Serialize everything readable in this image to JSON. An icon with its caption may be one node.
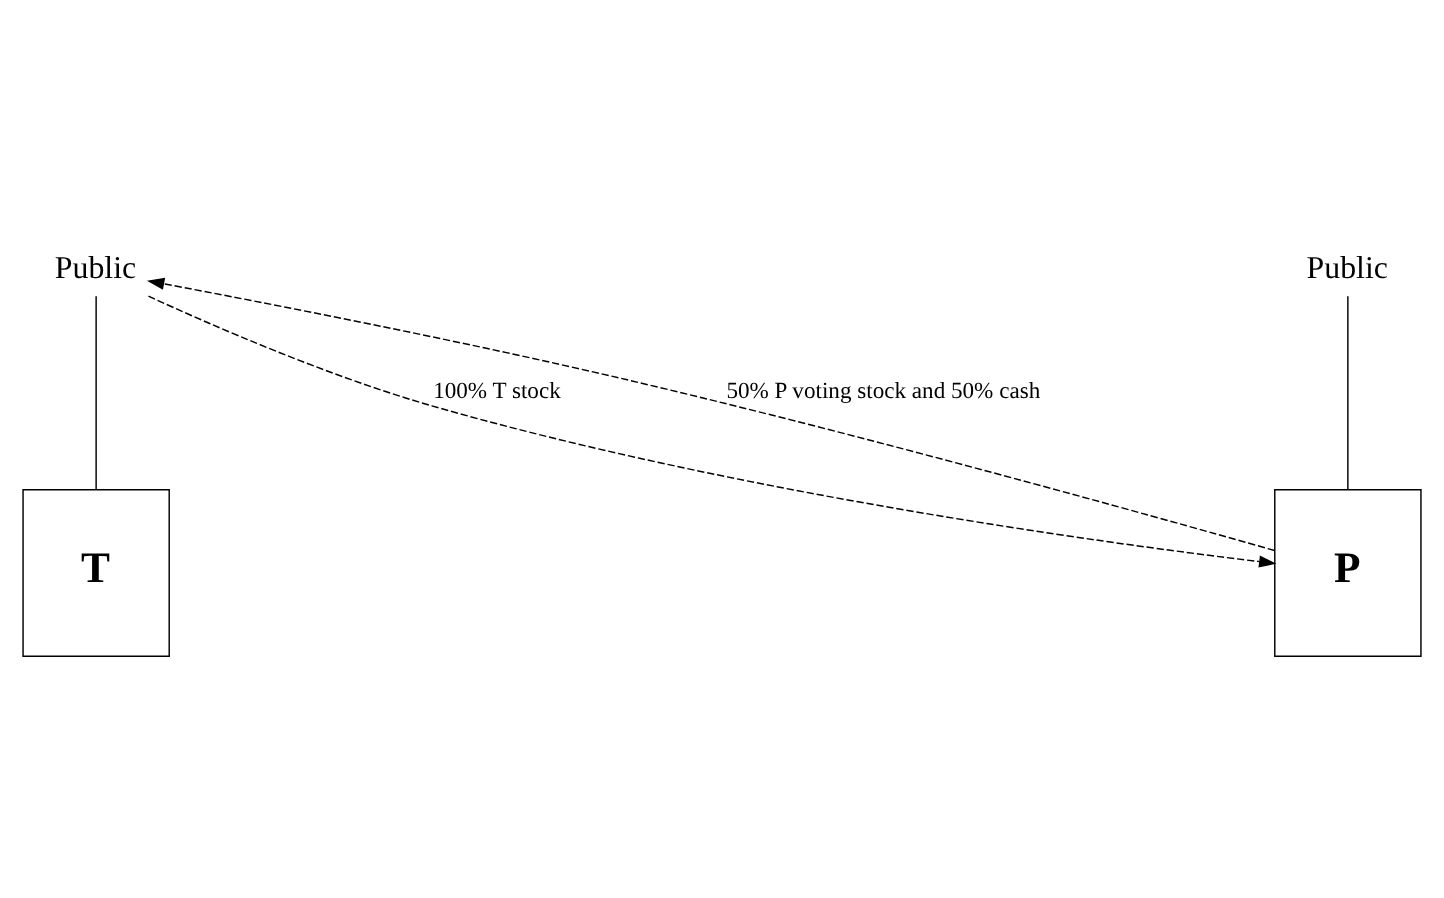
{
  "diagram": {
    "nodes": [
      {
        "text": [
          "Public"
        ]
      },
      {
        "text": [
          "Public"
        ]
      },
      {
        "text": [
          "T"
        ]
      },
      {
        "text": [
          "P"
        ]
      }
    ],
    "edges": [
      {
        "from": 0,
        "to": 2,
        "arrow": "none"
      },
      {
        "from": 1,
        "to": 3,
        "arrow": "none"
      },
      {
        "from": 3,
        "to": 0,
        "arrow": "to",
        "style": "dashed",
        "label": "50% P voting stock and 50% cash"
      },
      {
        "from": 0,
        "to": 3,
        "arrow": "to",
        "style": "dashed",
        "label": "100% T stock"
      }
    ]
  }
}
